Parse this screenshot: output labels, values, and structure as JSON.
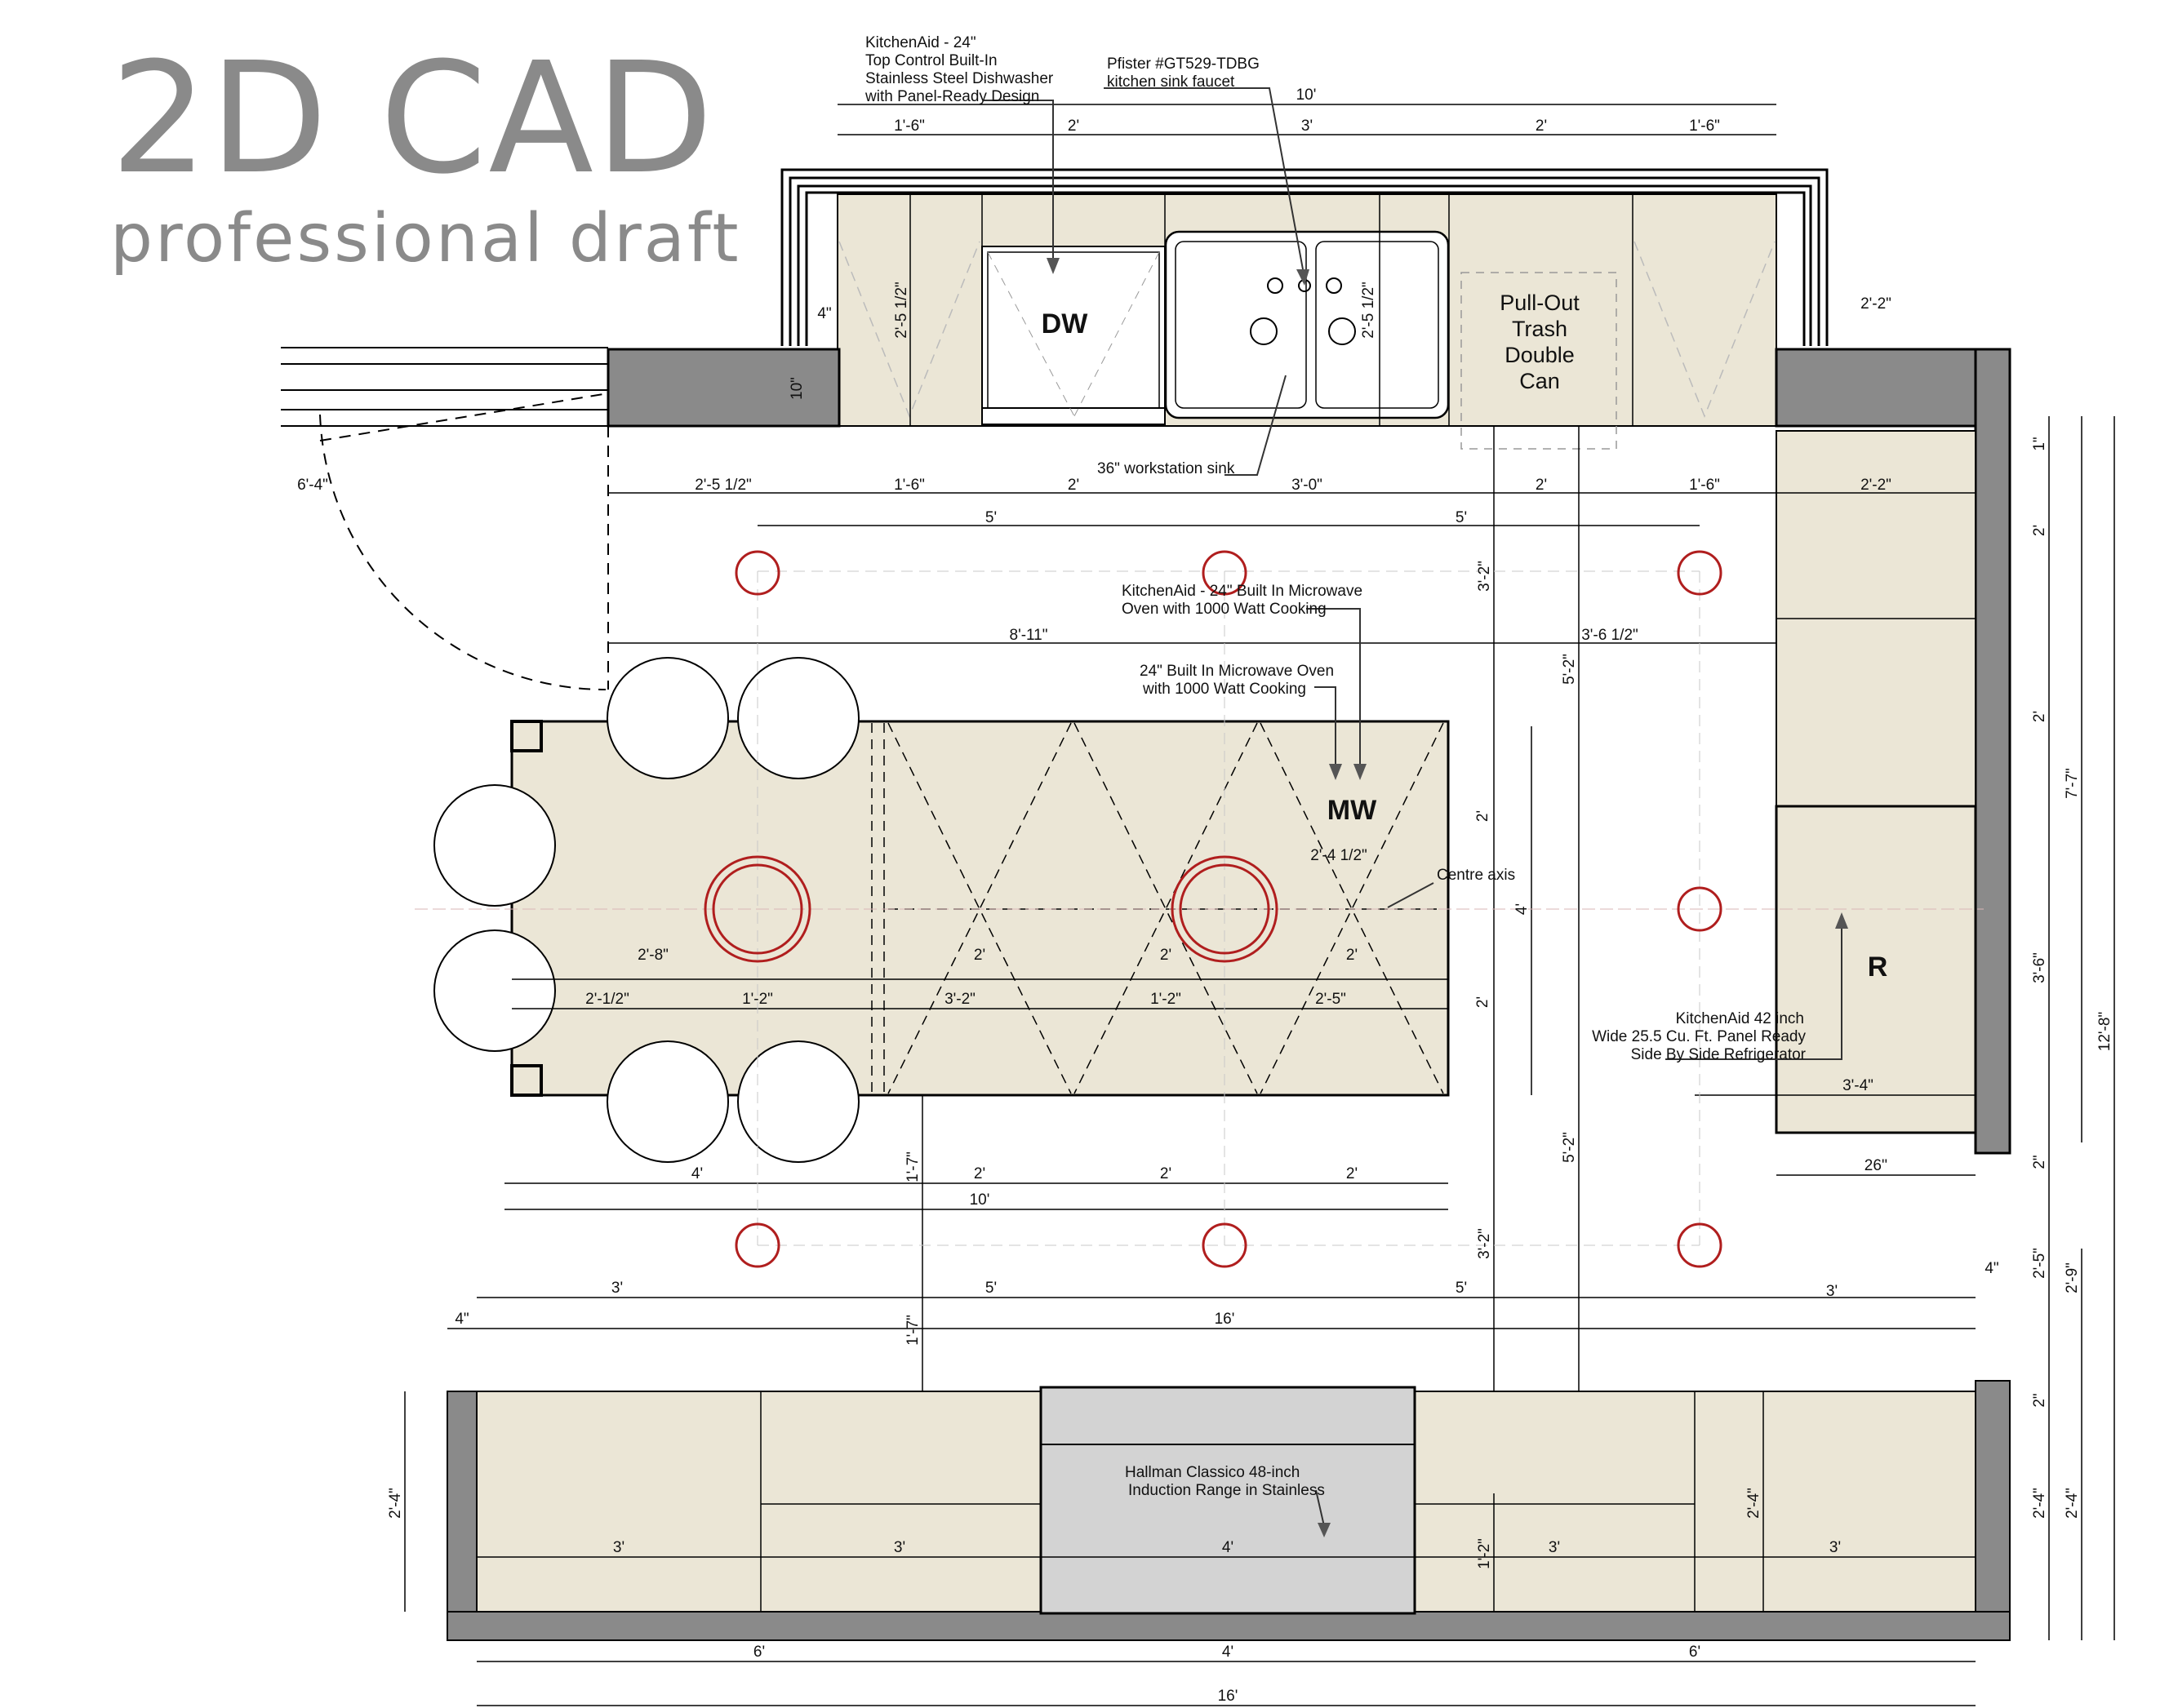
{
  "header": {
    "title": "2D CAD",
    "subtitle": "professional draft"
  },
  "appliances": {
    "dw": "DW",
    "mw": "MW",
    "r": "R",
    "trash": [
      "Pull-Out",
      "Trash",
      "Double",
      "Can"
    ]
  },
  "notes": {
    "dishwasher": [
      "KitchenAid - 24\"",
      "Top Control Built-In",
      "Stainless Steel  Dishwasher",
      "with Panel-Ready Design"
    ],
    "faucet": [
      "Pfister #GT529-TDBG",
      "kitchen sink faucet"
    ],
    "sink": "36\" workstation sink",
    "mw1": [
      "KitchenAid - 24\" Built In Microwave",
      "Oven with 1000 Watt Cooking"
    ],
    "mw2": [
      "24\" Built In Microwave Oven",
      "with 1000 Watt Cooking"
    ],
    "centre": "Centre axis",
    "fridge": [
      "KitchenAid 42 inch",
      "Wide 25.5 Cu. Ft. Panel Ready",
      "Side By Side Refrigerator"
    ],
    "range": [
      "Hallman Classico 48-inch",
      "Induction Range in Stainless"
    ]
  },
  "dims": {
    "top_total": "10'",
    "top_row": [
      "1'-6\"",
      "2'",
      "3'",
      "2'",
      "1'-6\""
    ],
    "wall_row": [
      "6'-4\"",
      "2'-5 1/2\"",
      "1'-6\"",
      "2'",
      "3'-0\"",
      "2'",
      "1'-6\"",
      "2'-2\""
    ],
    "light_top": [
      "5'",
      "5'"
    ],
    "island_gap": [
      "8'-11\"",
      "3'-6 1/2\""
    ],
    "right_side": "2'-2\"",
    "wall_4": "4\"",
    "wall_10": "10\"",
    "sink_depth_1": "2'-5 1/2\"",
    "sink_depth_2": "2'-5 1/2\"",
    "island_inner": [
      "2'-4 1/2\"",
      "2'-8\"",
      "2'",
      "2'",
      "2'"
    ],
    "island_row": [
      "2'-1/2\"",
      "1'-2\"",
      "3'-2\"",
      "1'-2\"",
      "2'-5\""
    ],
    "island_vert": [
      "2'",
      "4'",
      "2'"
    ],
    "gap_vert": [
      "3'-2\"",
      "5'-2\"",
      "5'-2\"",
      "3'-2\""
    ],
    "below_island": [
      "4'",
      "2'",
      "2'",
      "2'"
    ],
    "island_total": "10'",
    "island_clear": [
      "1'-7\"",
      "1'-7\""
    ],
    "light_bottom": [
      "3'",
      "5'",
      "5'",
      "3'"
    ],
    "total_16": "16'",
    "wall_4b": "4\"",
    "wall_4c": "4\"",
    "fridge_w": "3'-4\"",
    "fridge_d": "26''",
    "bottom_cab": [
      "3'",
      "3'",
      "4'",
      "3'",
      "3'"
    ],
    "bottom_row": [
      "6'",
      "4'",
      "6'"
    ],
    "bottom_total": "16'",
    "left_depth": "2'-4\"",
    "depth_1_2": "1'-2\"",
    "depth_2_4": "2'-4\"",
    "right_chain": [
      "1\"",
      "2'",
      "2'",
      "3'-6\"",
      "2\"",
      "2'-5\"",
      "2\"",
      "2'-4\""
    ],
    "right_chain2": [
      "7'-7\"",
      "2'-9\"",
      "2'-4\""
    ],
    "right_total": "12'-8\""
  },
  "colors": {
    "cabinet": "#ebe6d6",
    "wall": "#8a8a8a",
    "range": "#d3d3d3",
    "light": "#b01e1e",
    "text": "#111111"
  }
}
